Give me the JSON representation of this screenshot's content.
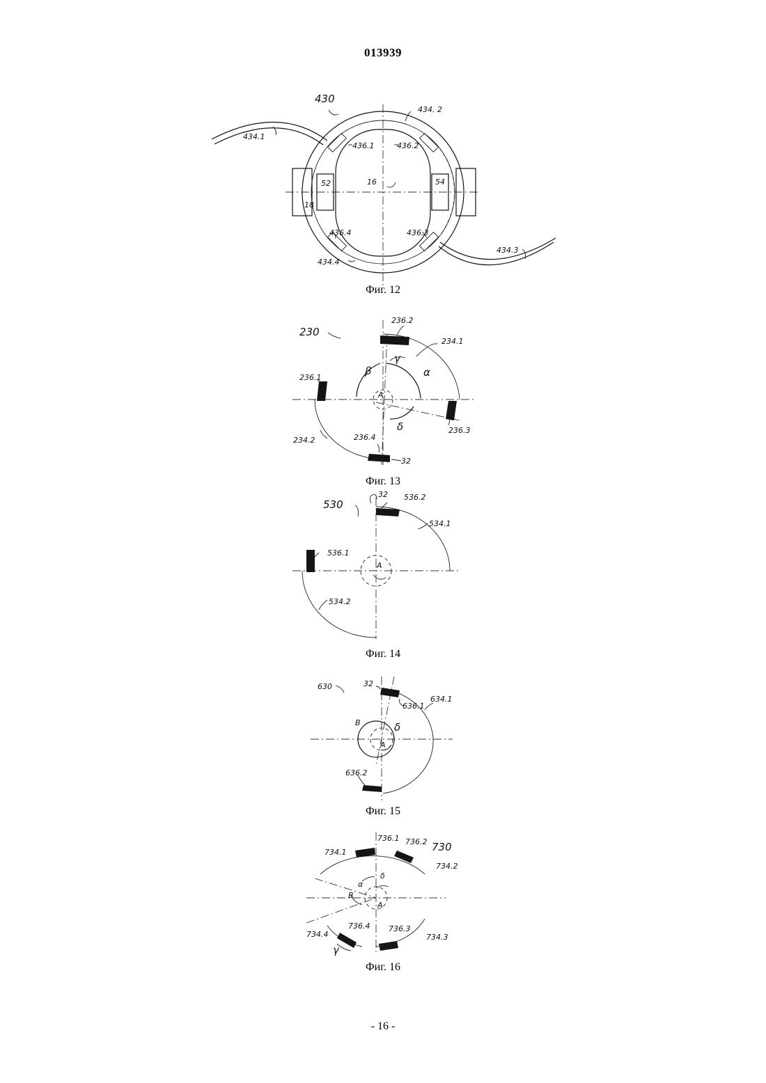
{
  "header": {
    "doc_number": "013939"
  },
  "figures": {
    "fig12": {
      "caption": "Фиг. 12",
      "labels": {
        "ref": "430",
        "l4341": "434.1",
        "l4342": "434. 2",
        "l4343": "434.3",
        "l4344": "434.4",
        "l4361": "436.1",
        "l4362": "436.2",
        "l4363": "436.3",
        "l4364": "436.4",
        "l52": "52",
        "l54": "54",
        "l16": "16",
        "l18": "18"
      }
    },
    "fig13": {
      "caption": "Фиг. 13",
      "labels": {
        "ref": "230",
        "l2361": "236.1",
        "l2362": "236.2",
        "l2363": "236.3",
        "l2364": "236.4",
        "l2341": "234.1",
        "l2342": "234.2",
        "l32": "32",
        "A": "A",
        "alpha": "α",
        "beta": "β",
        "gamma": "γ",
        "delta": "δ"
      }
    },
    "fig14": {
      "caption": "Фиг. 14",
      "labels": {
        "ref": "530",
        "l32": "32",
        "l5361": "536.1",
        "l5362": "536.2",
        "l5341": "534.1",
        "l5342": "534.2",
        "A": "A"
      }
    },
    "fig15": {
      "caption": "Фиг. 15",
      "labels": {
        "ref": "630",
        "l32": "32",
        "l6361": "636.1",
        "l6362": "636.2",
        "l6341": "634.1",
        "A": "A",
        "beta": "B",
        "delta": "δ"
      }
    },
    "fig16": {
      "caption": "Фиг. 16",
      "labels": {
        "ref": "730",
        "l7341": "734.1",
        "l7342": "734.2",
        "l7343": "734.3",
        "l7344": "734.4",
        "l7361": "736.1",
        "l7362": "736.2",
        "l7363": "736.3",
        "l7364": "736.4",
        "A": "A",
        "alpha": "α",
        "beta": "B",
        "gamma": "γ",
        "delta": "δ"
      }
    }
  },
  "footer": {
    "page_number": "- 16 -"
  }
}
